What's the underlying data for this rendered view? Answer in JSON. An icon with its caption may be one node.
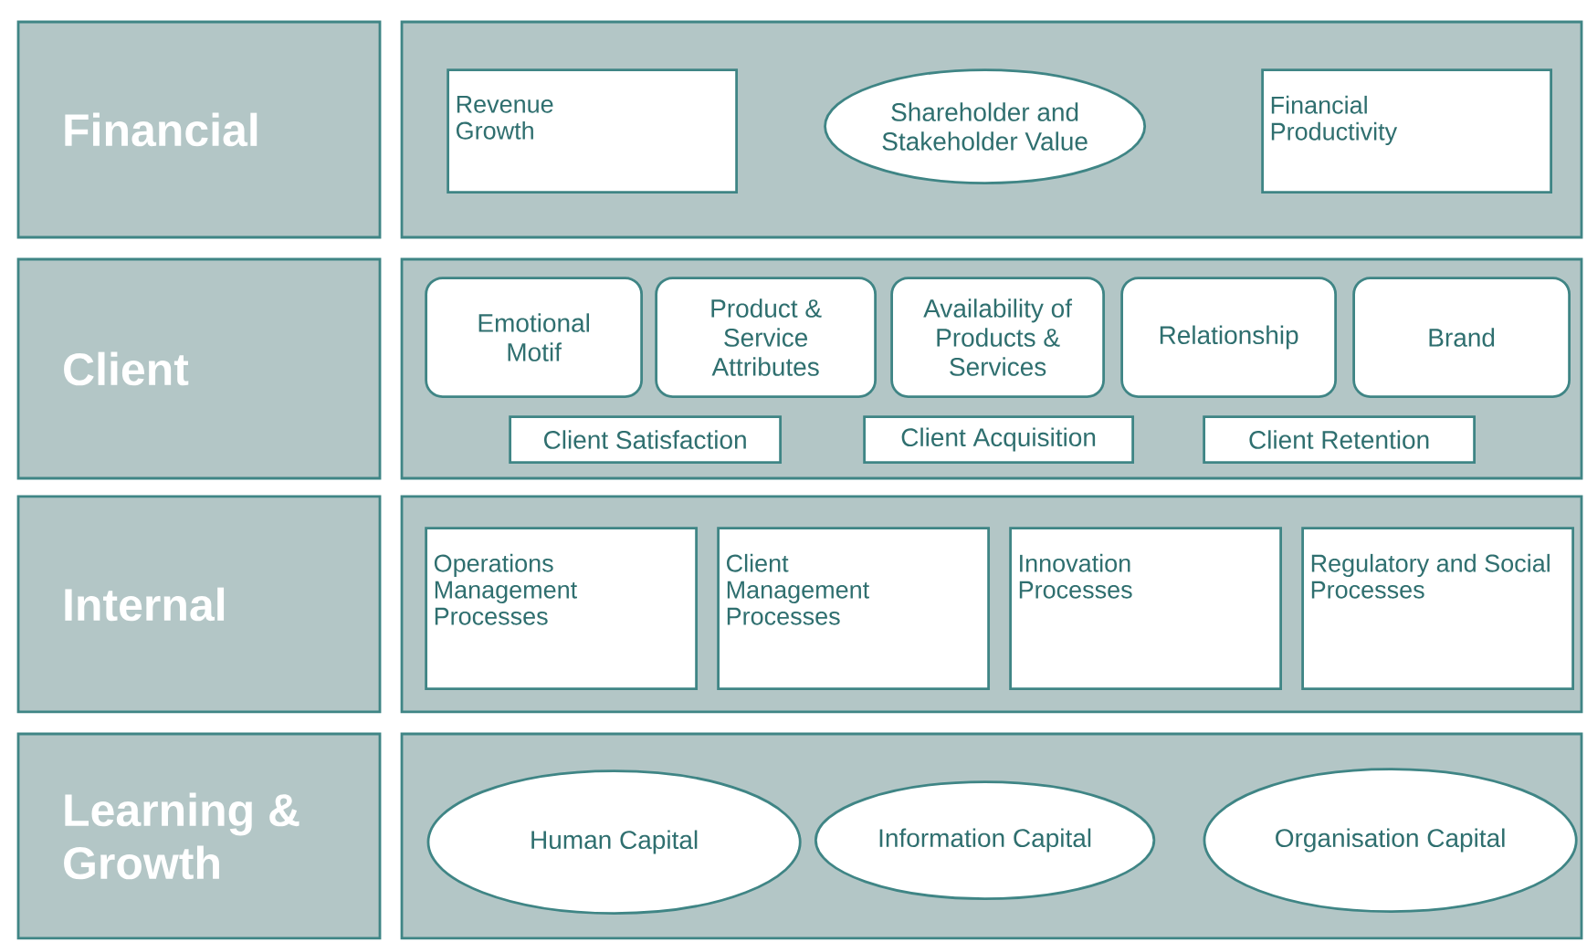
{
  "diagram": {
    "nodes": [
      {
        "text": [
          "Financial"
        ]
      },
      {
        "text": [],
        "shape": "box"
      },
      {
        "text": [
          "Revenue Growth"
        ],
        "in": 1
      },
      {
        "text": [
          "Shareholder and Stakeholder Value"
        ],
        "in": 1
      },
      {
        "text": [
          "Financial Productivity"
        ],
        "in": 1
      },
      {
        "text": [
          "Client"
        ]
      },
      {
        "text": [],
        "shape": "box"
      },
      {
        "text": [
          "Emotional Motif"
        ],
        "in": 6
      },
      {
        "text": [
          "Product & Service Attributes"
        ],
        "in": 6
      },
      {
        "text": [
          "Availability of Products & Services"
        ],
        "in": 6
      },
      {
        "text": [
          "Relationship"
        ],
        "in": 6
      },
      {
        "text": [
          "Brand"
        ],
        "in": 6
      },
      {
        "text": [
          "Client Satisfaction"
        ],
        "in": 6
      },
      {
        "text": [
          "Client Acquisition"
        ],
        "in": 6
      },
      {
        "text": [
          "Client Retention"
        ],
        "in": 6
      },
      {
        "text": [
          "Internal"
        ]
      },
      {
        "text": [],
        "shape": "box"
      },
      {
        "text": [
          "Operations Management Processes"
        ],
        "in": 16
      },
      {
        "text": [
          "Client Management Processes"
        ],
        "in": 16
      },
      {
        "text": [
          "Innovation Processes"
        ],
        "in": 16
      },
      {
        "text": [
          "Regulatory and Social Processes"
        ],
        "in": 16
      },
      {
        "text": [
          "Learning & Growth"
        ]
      },
      {
        "text": [],
        "shape": "box"
      },
      {
        "text": [
          "Human Capital"
        ],
        "in": 22
      },
      {
        "text": [
          "Information Capital"
        ],
        "in": 22
      },
      {
        "text": [
          "Organisation Capital"
        ],
        "in": 22
      }
    ]
  }
}
